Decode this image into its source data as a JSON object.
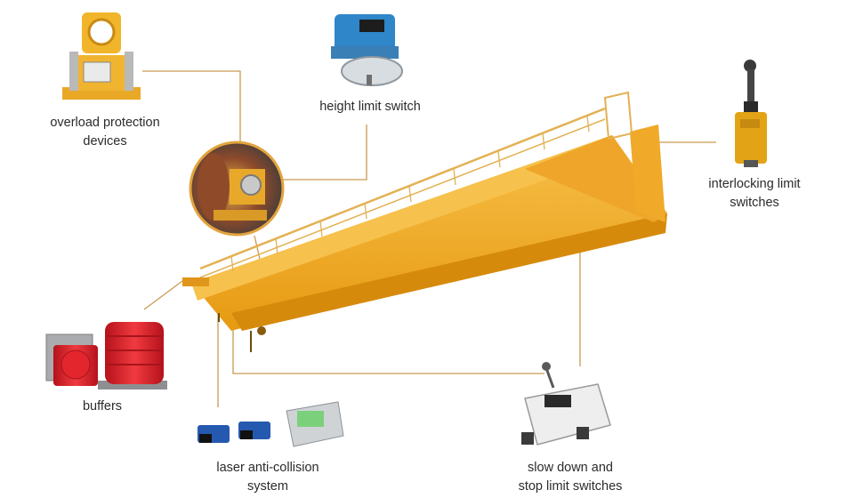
{
  "labels": {
    "overload": [
      "overload protection",
      "devices"
    ],
    "height": [
      "height limit switch"
    ],
    "interlock": [
      "interlocking limit",
      "switches"
    ],
    "buffers": [
      "buffers"
    ],
    "laser": [
      "laser anti-collision",
      "system"
    ],
    "slowdown": [
      "slow down and",
      "stop limit switches"
    ]
  },
  "colors": {
    "crane": "#f3ab1f",
    "leader": "#c99a52",
    "text": "#2b2b2b",
    "buffer": "#d9202a",
    "switch_blue": "#2f86c8"
  },
  "icons": [
    "crane-bridge-icon",
    "overload-device-icon",
    "height-switch-icon",
    "interlock-switch-icon",
    "buffer-icon",
    "laser-sensor-icon",
    "slowdown-switch-icon"
  ]
}
